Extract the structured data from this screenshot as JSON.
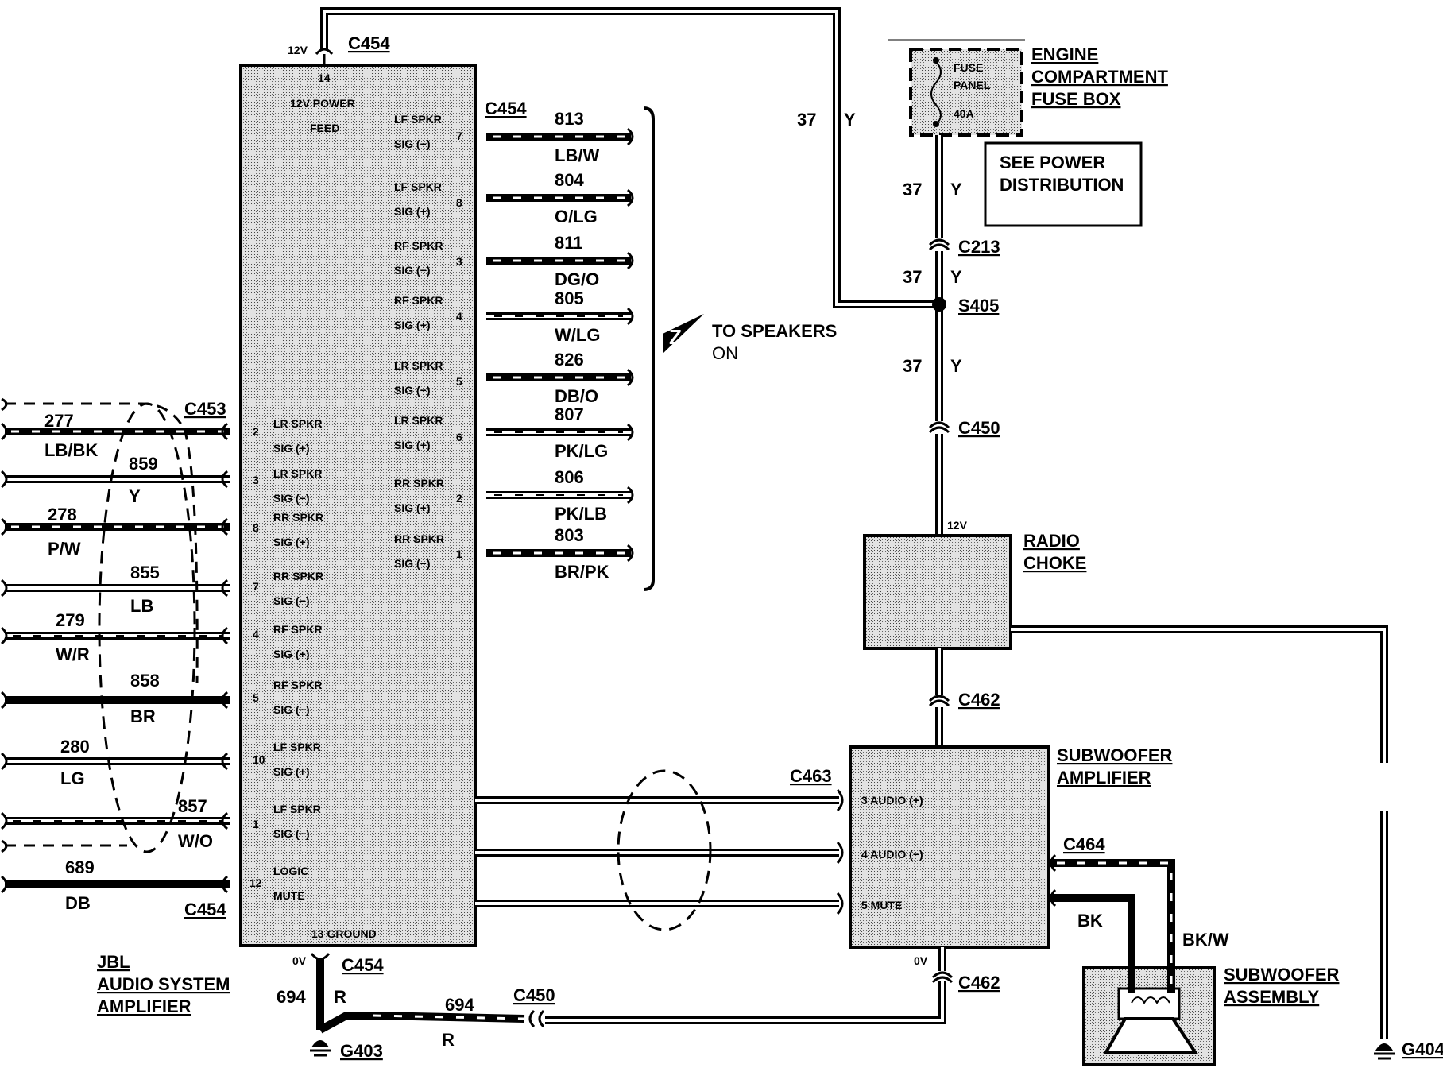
{
  "jbl_amp": {
    "title": [
      "JBL",
      "AUDIO SYSTEM",
      "AMPLIFIER"
    ],
    "power_pin": "14",
    "power_label": [
      "12V POWER",
      "FEED"
    ],
    "ground_label": "13 GROUND",
    "right_pins": [
      {
        "pin": "7",
        "l1": "LF SPKR",
        "l2": "SIG (−)"
      },
      {
        "pin": "8",
        "l1": "LF SPKR",
        "l2": "SIG (+)"
      },
      {
        "pin": "3",
        "l1": "RF SPKR",
        "l2": "SIG (−)"
      },
      {
        "pin": "4",
        "l1": "RF SPKR",
        "l2": "SIG (+)"
      },
      {
        "pin": "5",
        "l1": "LR SPKR",
        "l2": "SIG (−)"
      },
      {
        "pin": "6",
        "l1": "LR SPKR",
        "l2": "SIG (+)"
      },
      {
        "pin": "2",
        "l1": "RR SPKR",
        "l2": "SIG (+)"
      },
      {
        "pin": "1",
        "l1": "RR SPKR",
        "l2": "SIG (−)"
      }
    ],
    "left_pins": [
      {
        "pin": "2",
        "l1": "LR SPKR",
        "l2": "SIG (+)"
      },
      {
        "pin": "3",
        "l1": "LR SPKR",
        "l2": "SIG (−)"
      },
      {
        "pin": "8",
        "l1": "RR SPKR",
        "l2": "SIG (+)"
      },
      {
        "pin": "7",
        "l1": "RR SPKR",
        "l2": "SIG (−)"
      },
      {
        "pin": "4",
        "l1": "RF SPKR",
        "l2": "SIG (+)"
      },
      {
        "pin": "5",
        "l1": "RF SPKR",
        "l2": "SIG (−)"
      },
      {
        "pin": "10",
        "l1": "LF SPKR",
        "l2": "SIG (+)"
      },
      {
        "pin": "1",
        "l1": "LF SPKR",
        "l2": "SIG (−)"
      },
      {
        "pin": "12",
        "l1": "LOGIC",
        "l2": "MUTE"
      }
    ]
  },
  "speaker_wires": [
    {
      "circuit": "813",
      "color": "LB/W",
      "style": "dark"
    },
    {
      "circuit": "804",
      "color": "O/LG",
      "style": "dark"
    },
    {
      "circuit": "811",
      "color": "DG/O",
      "style": "dark"
    },
    {
      "circuit": "805",
      "color": "W/LG",
      "style": "light"
    },
    {
      "circuit": "826",
      "color": "DB/O",
      "style": "dark"
    },
    {
      "circuit": "807",
      "color": "PK/LG",
      "style": "light"
    },
    {
      "circuit": "806",
      "color": "PK/LB",
      "style": "light"
    },
    {
      "circuit": "803",
      "color": "BR/PK",
      "style": "dark"
    }
  ],
  "left_wires": [
    {
      "circuit": "277",
      "color": "LB/BK",
      "style": "dark"
    },
    {
      "circuit": "859",
      "color": "Y",
      "style": "hollow"
    },
    {
      "circuit": "278",
      "color": "P/W",
      "style": "dark"
    },
    {
      "circuit": "855",
      "color": "LB",
      "style": "hollow"
    },
    {
      "circuit": "279",
      "color": "W/R",
      "style": "light"
    },
    {
      "circuit": "858",
      "color": "BR",
      "style": "solid"
    },
    {
      "circuit": "280",
      "color": "LG",
      "style": "hollow"
    },
    {
      "circuit": "857",
      "color": "W/O",
      "style": "light"
    },
    {
      "circuit": "689",
      "color": "DB",
      "style": "solid"
    }
  ],
  "to_speakers": {
    "symbol": "Z",
    "line1": "TO SPEAKERS",
    "line2": "ON"
  },
  "fuse_box": {
    "fuse_lines": [
      "FUSE",
      "PANEL",
      "40A"
    ],
    "label": [
      "ENGINE",
      "COMPARTMENT",
      "FUSE BOX"
    ]
  },
  "see_power": [
    "SEE POWER",
    "DISTRIBUTION"
  ],
  "power_circuit": {
    "number": "37",
    "color": "Y"
  },
  "radio_choke": {
    "label": [
      "RADIO",
      "CHOKE"
    ],
    "voltage": "12V"
  },
  "subwoofer_amp": {
    "label": [
      "SUBWOOFER",
      "AMPLIFIER"
    ],
    "pins": [
      "3 AUDIO (+)",
      "4 AUDIO (−)",
      "5 MUTE"
    ],
    "voltage": "0V"
  },
  "subwoofer_assembly": {
    "label": [
      "SUBWOOFER",
      "ASSEMBLY"
    ],
    "wire_bk": "BK",
    "wire_bkw": "BK/W"
  },
  "ground_circuit": {
    "number": "694",
    "color": "R"
  },
  "voltages": {
    "v12": "12V",
    "v0": "0V"
  },
  "connectors": {
    "c454": "C454",
    "c453": "C453",
    "c213": "C213",
    "s405": "S405",
    "c450": "C450",
    "c462": "C462",
    "c463": "C463",
    "c464": "C464",
    "g403": "G403",
    "g404": "G404"
  }
}
